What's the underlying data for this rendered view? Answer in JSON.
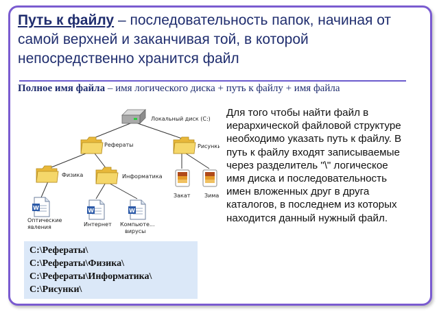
{
  "title": {
    "term": "Путь к файлу",
    "rest": " – последовательность папок, начиная от самой верхней и заканчивая той, в которой непосредственно хранится файл"
  },
  "subtitle": {
    "term": "Полное имя файла",
    "rest": " – имя логического диска + путь к файлу + имя файла"
  },
  "paragraph": "Для того чтобы найти файл в иерархической файловой структуре необходимо указать путь к файлу. В путь к файлу входят записываемые через разделитель \"\\\" логическое имя диска и последовательность имен вложенных друг в друга каталогов, в последнем из которых находится данный нужный файл.",
  "tree": {
    "root": "Локальный диск (C:)",
    "folders": [
      "Рефераты",
      "Рисунки",
      "Физика",
      "Информатика"
    ],
    "files": [
      "Оптические явления",
      "Интернет",
      "Компьютерные вирусы",
      "Закат",
      "Зима"
    ],
    "file_lines": {
      "optics": [
        "Оптические",
        "явления"
      ],
      "internet": [
        "Интернет"
      ],
      "viruses": [
        "Компьюте...",
        "вирусы"
      ],
      "sunset": [
        "Закат"
      ],
      "winter": [
        "Зима"
      ]
    }
  },
  "paths": [
    "C:\\Рефераты\\",
    "C:\\Рефераты\\Физика\\",
    "C:\\Рефераты\\Информатика\\",
    "C:\\Рисунки\\"
  ],
  "colors": {
    "frame": "#7a5bd0",
    "title_text": "#1f2d6e",
    "paths_bg": "#dbe8f8",
    "folder": "#f2d15c"
  }
}
